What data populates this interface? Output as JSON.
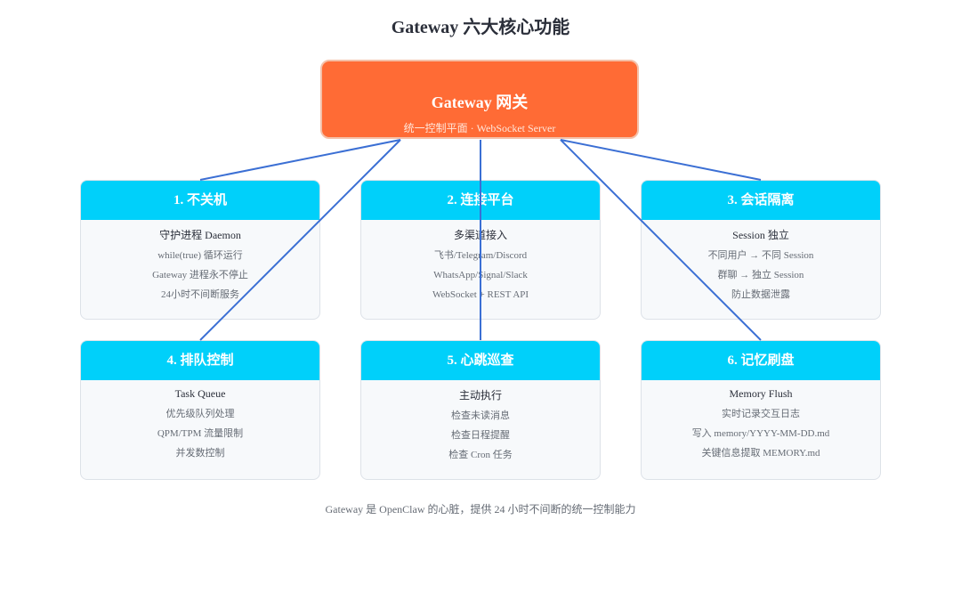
{
  "title": "Gateway 六大核心功能",
  "root": {
    "title": "Gateway 网关",
    "subtitle": "统一控制平面 · WebSocket Server"
  },
  "cards": [
    {
      "title": "1. 不关机",
      "subtitle": "守护进程 Daemon",
      "lines": [
        "while(true) 循环运行",
        "Gateway 进程永不停止",
        "24小时不间断服务"
      ]
    },
    {
      "title": "2. 连接平台",
      "subtitle": "多渠道接入",
      "lines": [
        "飞书/Telegram/Discord",
        "WhatsApp/Signal/Slack",
        "WebSocket + REST API"
      ]
    },
    {
      "title": "3. 会话隔离",
      "subtitle": "Session 独立",
      "lines": [
        "不同用户 → 不同 Session",
        "群聊 → 独立 Session",
        "防止数据泄露"
      ]
    },
    {
      "title": "4. 排队控制",
      "subtitle": "Task Queue",
      "lines": [
        "优先级队列处理",
        "QPM/TPM 流量限制",
        "并发数控制"
      ]
    },
    {
      "title": "5. 心跳巡查",
      "subtitle": "主动执行",
      "lines": [
        "检查未读消息",
        "检查日程提醒",
        "检查 Cron 任务"
      ]
    },
    {
      "title": "6. 记忆刷盘",
      "subtitle": "Memory Flush",
      "lines": [
        "实时记录交互日志",
        "写入 memory/YYYY-MM-DD.md",
        "关键信息提取 MEMORY.md"
      ]
    }
  ],
  "footer": "Gateway 是 OpenClaw 的心脏，提供 24 小时不间断的统一控制能力",
  "colors": {
    "root": "#ff6b35",
    "card_header": "#00d0fa",
    "connector": "#3b6fd4"
  }
}
